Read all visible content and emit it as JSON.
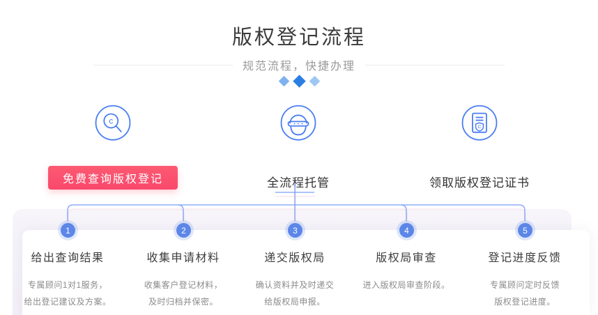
{
  "header": {
    "title": "版权登记流程",
    "subtitle": "规范流程，快捷办理"
  },
  "features": [
    {
      "icon": "copyright-search-icon",
      "label": "免费查询版权登记"
    },
    {
      "icon": "service-agent-icon",
      "label": "全流程托管"
    },
    {
      "icon": "certificate-icon",
      "label": "领取版权登记证书"
    }
  ],
  "steps": [
    {
      "number": "1",
      "title": "给出查询结果",
      "desc_lines": [
        "专属顾问1对1服务，",
        "给出登记建议及方案。"
      ]
    },
    {
      "number": "2",
      "title": "收集申请材料",
      "desc_lines": [
        "收集客户登记材料，",
        "及时归档并保密。"
      ]
    },
    {
      "number": "3",
      "title": "递交版权局",
      "desc_lines": [
        "确认资料并及时递交",
        "给版权局申报。"
      ]
    },
    {
      "number": "4",
      "title": "版权局审查",
      "desc_lines": [
        "进入版权局审查阶段。"
      ]
    },
    {
      "number": "5",
      "title": "登记进度反馈",
      "desc_lines": [
        "专属顾问定时反馈",
        "版权登记进度。"
      ]
    }
  ],
  "colors": {
    "accent_blue": "#4a7ef2",
    "line_blue": "#7ba0f6",
    "step_circle_blue": "#5c86e8",
    "button_red": "#f9486b",
    "diamond_light": "#7fb2ef",
    "diamond_dark": "#2b7fe3",
    "diamond_lighter": "#9fc7f3"
  }
}
